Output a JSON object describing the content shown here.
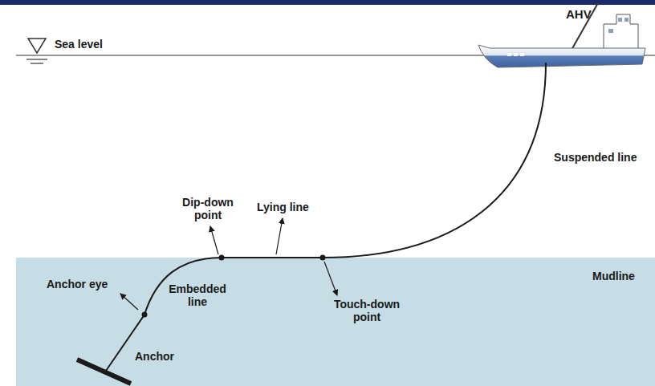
{
  "diagram": {
    "labels": [
      "AHV",
      "Sea level",
      "Suspended line",
      "Dip-down point",
      "Lying line",
      "Mudline",
      "Anchor eye",
      "Embedded line",
      "Touch-down point",
      "Anchor"
    ]
  }
}
